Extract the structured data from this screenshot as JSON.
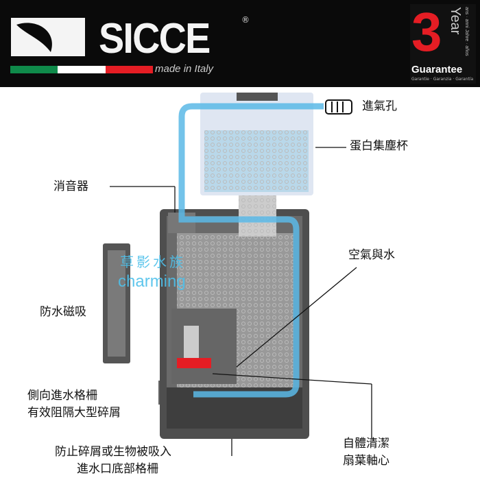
{
  "header": {
    "brand": "SICCE",
    "registered": "®",
    "tagline": "made in Italy",
    "flag_colors": [
      "#0f8a4a",
      "#ffffff",
      "#e51d24"
    ],
    "guarantee": {
      "number": "3",
      "year": "Year",
      "sub": "ans · anni Jahre · años",
      "label": "Guarantee",
      "languages": "Garantie · Garanzia · Garantía"
    }
  },
  "watermark": {
    "chinese": "草影水族",
    "latin": "charming"
  },
  "labels": {
    "air_inlet": "進氣孔",
    "collection_cup": "蛋白集塵杯",
    "silencer": "消音器",
    "air_and_water": "空氣與水",
    "magnet": "防水磁吸",
    "side_grid_1": "側向進水格柵",
    "side_grid_2": "有效阻隔大型碎屑",
    "bottom_grid_1": "防止碎屑或生物被吸入",
    "bottom_grid_2": "進水口底部格柵",
    "shaft_1": "自體清潔",
    "shaft_2": "扇葉軸心"
  },
  "colors": {
    "flow": "#5bb8e6",
    "body": "#5a5a5a",
    "accent": "#e51d24"
  }
}
